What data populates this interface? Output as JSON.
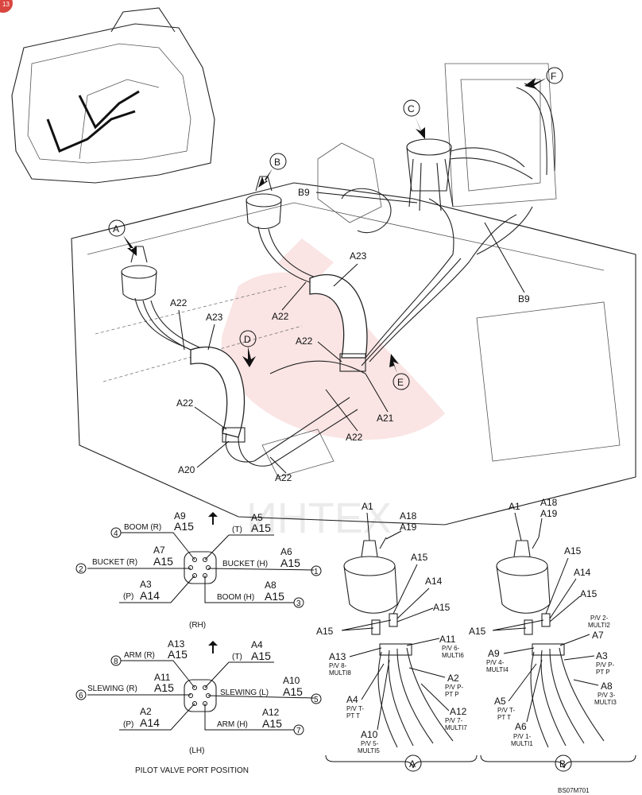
{
  "corner_badge": "13",
  "main_callouts": {
    "A": "A",
    "B": "B",
    "C": "C",
    "D": "D",
    "E": "E",
    "F": "F"
  },
  "main_labels": {
    "a23_left": "A23",
    "a23_right": "A23",
    "a22_1": "A22",
    "a22_2": "A22",
    "a22_3": "A22",
    "a22_4": "A22",
    "a22_5": "A22",
    "a22_6": "A22",
    "a21": "A21",
    "a20": "A20",
    "b9_top": "B9",
    "b9_right": "B9"
  },
  "watermark": "ИНТЕХ",
  "port_rh": {
    "caption": "(RH)",
    "ports": [
      {
        "num": "4",
        "name": "BOOM (R)",
        "code1": "A9",
        "code2": "A15"
      },
      {
        "num": "",
        "name": "(T)",
        "code1": "A5",
        "code2": "A15"
      },
      {
        "num": "2",
        "name": "BUCKET (R)",
        "code1": "A7",
        "code2": "A15"
      },
      {
        "num": "1",
        "name": "BUCKET (H)",
        "code1": "A6",
        "code2": "A15"
      },
      {
        "num": "",
        "name": "(P)",
        "code1": "A3",
        "code2": "A14"
      },
      {
        "num": "3",
        "name": "BOOM (H)",
        "code1": "A8",
        "code2": "A15"
      }
    ]
  },
  "port_lh": {
    "caption": "(LH)",
    "ports": [
      {
        "num": "8",
        "name": "ARM (R)",
        "code1": "A13",
        "code2": "A15"
      },
      {
        "num": "",
        "name": "(T)",
        "code1": "A4",
        "code2": "A15"
      },
      {
        "num": "6",
        "name": "SLEWING (R)",
        "code1": "A11",
        "code2": "A15"
      },
      {
        "num": "5",
        "name": "SLEWING (L)",
        "code1": "A10",
        "code2": "A15"
      },
      {
        "num": "",
        "name": "(P)",
        "code1": "A2",
        "code2": "A14"
      },
      {
        "num": "7",
        "name": "ARM (H)",
        "code1": "A12",
        "code2": "A15"
      }
    ]
  },
  "port_title": "PILOT VALVE PORT POSITION",
  "detail_a": {
    "callout": "A",
    "labels": {
      "a1": "A1",
      "a18": "A18",
      "a19": "A19",
      "a15_1": "A15",
      "a14": "A14",
      "a15_2": "A15",
      "a15_left": "A15",
      "a11": "A11",
      "a11_sub1": "P/V 6-",
      "a11_sub2": "MULTI6",
      "a13": "A13",
      "a13_sub1": "P/V 8-",
      "a13_sub2": "MULTI8",
      "a2": "A2",
      "a2_sub1": "P/V P-",
      "a2_sub2": "PT P",
      "a4": "A4",
      "a4_sub1": "P/V T-",
      "a4_sub2": "PT T",
      "a12": "A12",
      "a12_sub1": "P/V 7-",
      "a12_sub2": "MULTI7",
      "a10": "A10",
      "a10_sub1": "P/V 5-",
      "a10_sub2": "MULTI5"
    }
  },
  "detail_b": {
    "callout": "B",
    "labels": {
      "a1": "A1",
      "a18": "A18",
      "a19": "A19",
      "a15_1": "A15",
      "a14": "A14",
      "a15_2": "A15",
      "a15_left": "A15",
      "a12_note1": "P/V 2-",
      "a12_note2": "MULTI2",
      "a7": "A7",
      "a9": "A9",
      "a9_sub1": "P/V 4-",
      "a9_sub2": "MULTI4",
      "a3": "A3",
      "a3_sub1": "P/V P-",
      "a3_sub2": "PT P",
      "a8": "A8",
      "a8_sub1": "P/V 3-",
      "a8_sub2": "MULTI3",
      "a5": "A5",
      "a5_sub1": "P/V T-",
      "a5_sub2": "PT T",
      "a6": "A6",
      "a6_sub1": "P/V 1-",
      "a6_sub2": "MULTI1"
    }
  },
  "figure_code": "BS07M701"
}
